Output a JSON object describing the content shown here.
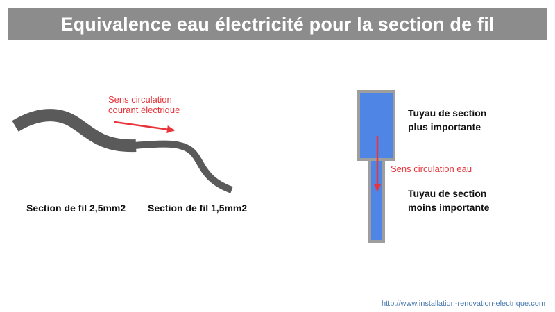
{
  "title": "Equivalence eau électricité pour la section de fil",
  "wire": {
    "flow_label_line1": "Sens circulation",
    "flow_label_line2": "courant électrique",
    "thick_label": "Section de fil 2,5mm2",
    "thin_label": "Section de fil 1,5mm2"
  },
  "pipe": {
    "wide_label_line1": "Tuyau de section",
    "wide_label_line2": "plus importante",
    "flow_label": "Sens circulation eau",
    "narrow_label_line1": "Tuyau de section",
    "narrow_label_line2": "moins importante"
  },
  "footer_url": "http://www.installation-renovation-electrique.com",
  "colors": {
    "banner": "#8c8c8c",
    "wire": "#5a5a5a",
    "pipe_fill": "#4f86e6",
    "pipe_border": "#9e9e9e",
    "arrow": "#e8353b"
  }
}
